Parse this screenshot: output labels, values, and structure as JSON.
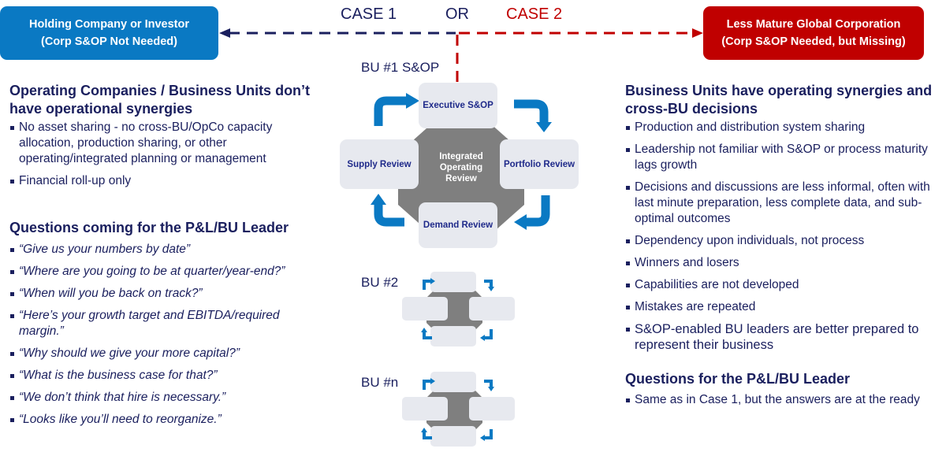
{
  "header": {
    "case1_label": "CASE 1",
    "or_label": "OR",
    "case2_label": "CASE 2",
    "case1_box": {
      "line1": "Holding Company or Investor",
      "line2": "(Corp S&OP Not Needed)",
      "color": "#0a79c3"
    },
    "case2_box": {
      "line1": "Less Mature Global Corporation",
      "line2": "(Corp S&OP Needed, but Missing)",
      "color": "#c00000"
    }
  },
  "left": {
    "heading1": "Operating Companies / Business Units don’t have operational synergies",
    "bullets1": [
      "No asset sharing - no cross-BU/OpCo capacity allocation, production sharing, or other operating/integrated planning or management",
      "Financial roll-up only"
    ],
    "heading2": "Questions coming for the P&L/BU Leader",
    "bullets2": [
      "“Give us your numbers by date”",
      "“Where are you going to be at quarter/year-end?”",
      "“When will you be back on track?”",
      "“Here’s your growth target and EBITDA/required margin.”",
      "“Why should we give your more capital?”",
      "“What is the business case for that?”",
      "“We don’t think that hire is necessary.”",
      "“Looks like you’ll need to reorganize.”"
    ]
  },
  "center": {
    "bu1_label": "BU #1 S&OP",
    "bu2_label": "BU #2",
    "bun_label": "BU #n",
    "cycle": {
      "top": "Executive S&OP",
      "right": "Portfolio Review",
      "bottom": "Demand Review",
      "left": "Supply Review",
      "center": "Integrated Operating Review"
    }
  },
  "right": {
    "heading1": "Business Units have operating synergies and cross-BU decisions",
    "bullets1": [
      "Production and distribution system sharing",
      "Leadership not familiar with S&OP or process maturity lags growth",
      "Decisions and discussions are less informal, often with last minute preparation, less complete data, and sub-optimal outcomes",
      "Dependency upon individuals, not process",
      "Winners and losers",
      "Capabilities are not developed",
      "Mistakes are repeated",
      "S&OP-enabled BU leaders are better prepared to represent their business"
    ],
    "heading2": "Questions for the P&L/BU Leader",
    "bullets2": [
      "Same as in Case 1, but the answers are at the ready"
    ]
  }
}
